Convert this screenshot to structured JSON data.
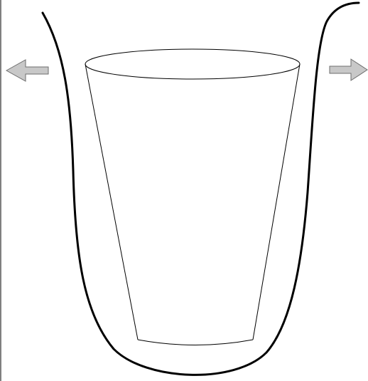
{
  "diagram": {
    "elements": [
      {
        "kind": "u-shaped-wall",
        "icon": "u-curve"
      },
      {
        "kind": "tapered-cup",
        "icon": "cup-outline"
      },
      {
        "kind": "arrow",
        "direction": "left",
        "icon": "left-arrow-icon"
      },
      {
        "kind": "arrow",
        "direction": "right",
        "icon": "right-arrow-icon"
      }
    ],
    "colors": {
      "background": "#ffffff",
      "wall_stroke": "#000000",
      "cup_stroke": "#000000",
      "arrow_fill": "#c8c8c8",
      "arrow_stroke": "#6e6e6e",
      "frame_stroke": "#000000"
    }
  }
}
